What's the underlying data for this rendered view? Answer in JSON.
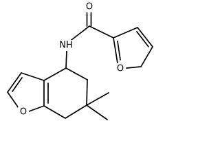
{
  "structure": {
    "atoms": [
      {
        "id": "amide-oxygen",
        "element": "O"
      },
      {
        "id": "amide-nitrogen",
        "element": "N",
        "label": "NH"
      },
      {
        "id": "furan-oxygen",
        "element": "O"
      },
      {
        "id": "benzofuran-oxygen",
        "element": "O"
      }
    ]
  }
}
